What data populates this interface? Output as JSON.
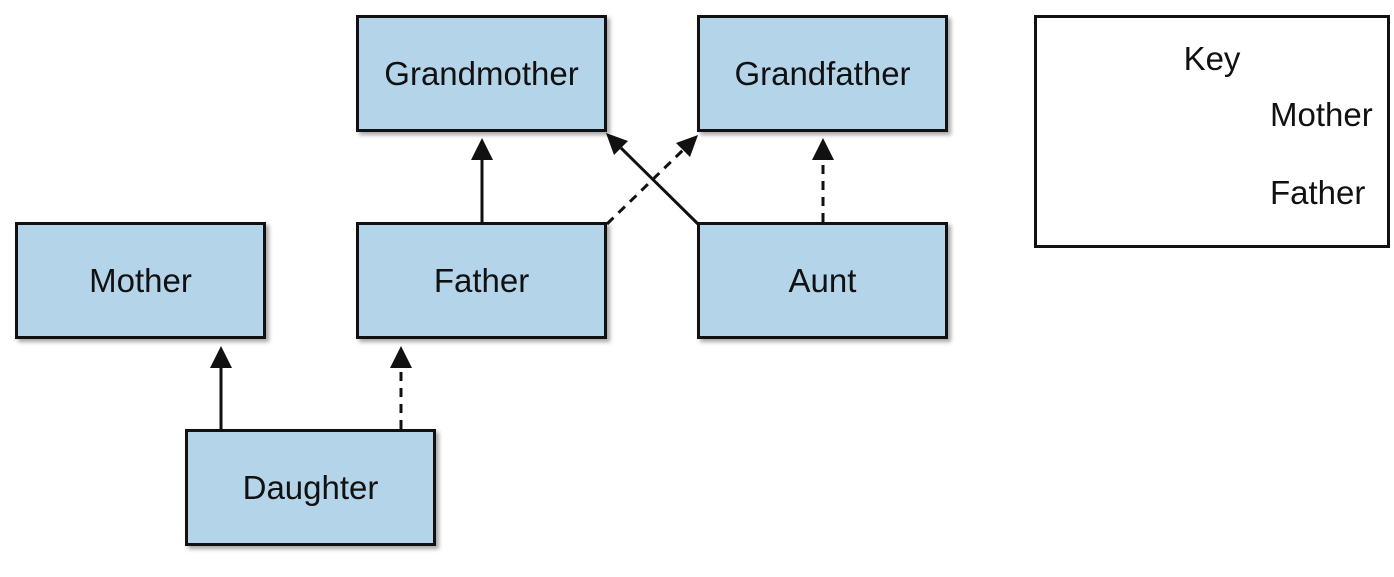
{
  "nodes": {
    "grandmother": {
      "label": "Grandmother"
    },
    "grandfather": {
      "label": "Grandfather"
    },
    "mother": {
      "label": "Mother"
    },
    "father": {
      "label": "Father"
    },
    "aunt": {
      "label": "Aunt"
    },
    "daughter": {
      "label": "Daughter"
    }
  },
  "edges": [
    {
      "from": "daughter",
      "to": "mother",
      "type": "mother"
    },
    {
      "from": "daughter",
      "to": "father",
      "type": "father"
    },
    {
      "from": "father",
      "to": "grandmother",
      "type": "mother"
    },
    {
      "from": "father",
      "to": "grandfather",
      "type": "father"
    },
    {
      "from": "aunt",
      "to": "grandmother",
      "type": "mother"
    },
    {
      "from": "aunt",
      "to": "grandfather",
      "type": "father"
    }
  ],
  "key": {
    "title": "Key",
    "mother_label": "Mother",
    "father_label": "Father"
  },
  "colors": {
    "node_fill": "#b4d4ea",
    "stroke": "#111111"
  }
}
